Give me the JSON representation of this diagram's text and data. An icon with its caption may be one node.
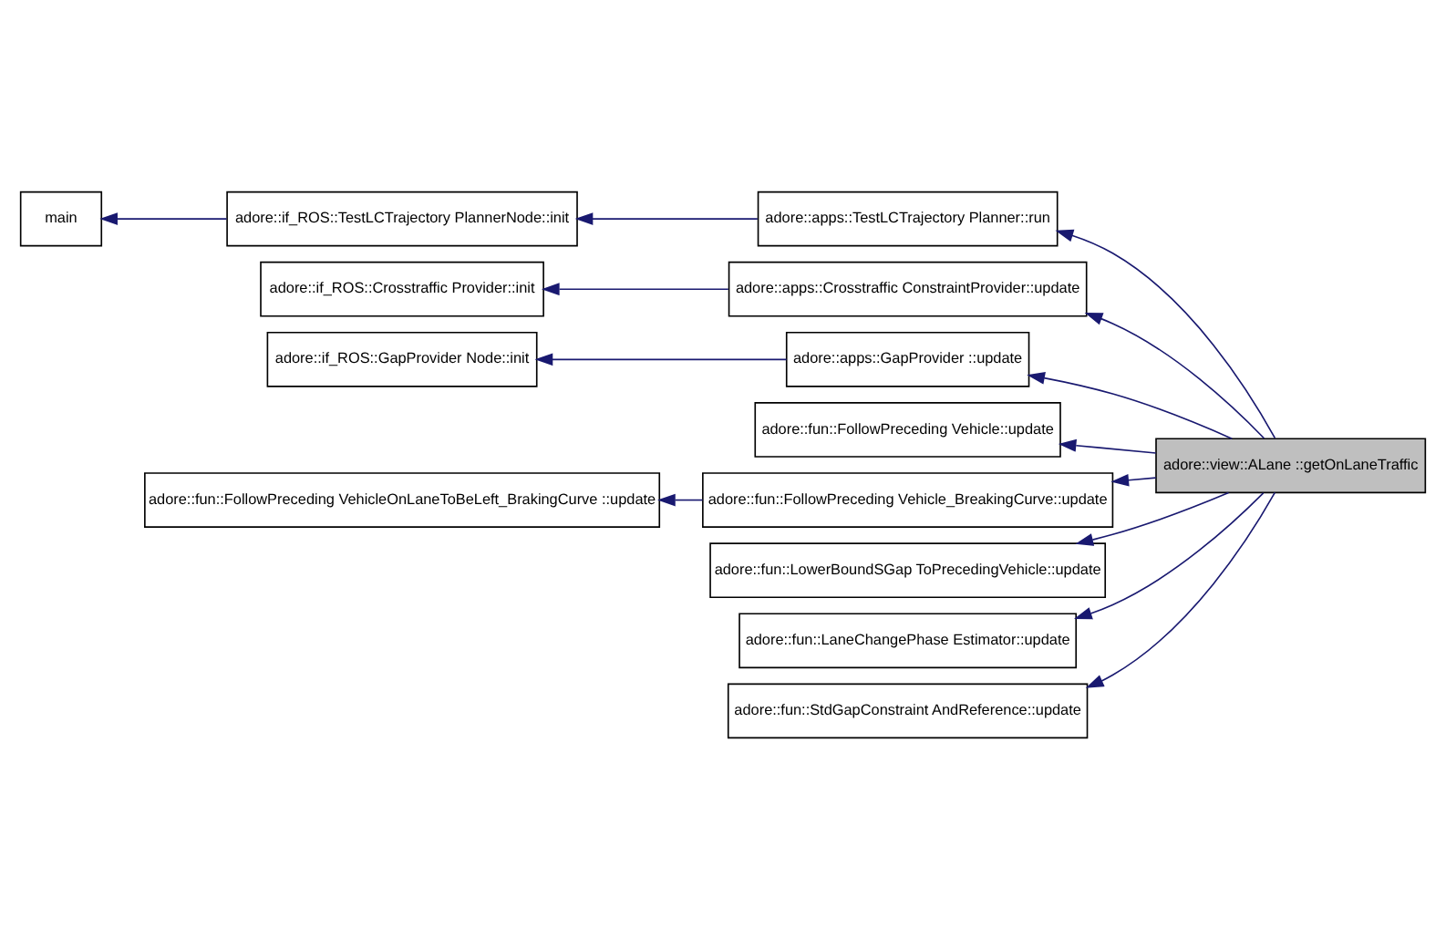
{
  "diagram": {
    "nodes": [
      {
        "text": [
          "main"
        ]
      },
      {
        "text": [
          "adore::if_ROS::TestLCTrajectory PlannerNode::init"
        ]
      },
      {
        "text": [
          "adore::apps::TestLCTrajectory Planner::run"
        ]
      },
      {
        "text": [
          "adore::if_ROS::Crosstraffic Provider::init"
        ]
      },
      {
        "text": [
          "adore::apps::Crosstraffic ConstraintProvider::update"
        ]
      },
      {
        "text": [
          "adore::if_ROS::GapProvider Node::init"
        ]
      },
      {
        "text": [
          "adore::apps::GapProvider ::update"
        ]
      },
      {
        "text": [
          "adore::fun::FollowPreceding Vehicle::update"
        ]
      },
      {
        "text": [
          "adore::fun::FollowPreceding VehicleOnLaneToBeLeft_BrakingCurve ::update"
        ]
      },
      {
        "text": [
          "adore::fun::FollowPreceding Vehicle_BreakingCurve::update"
        ]
      },
      {
        "text": [
          "adore::fun::LowerBoundSGap ToPrecedingVehicle::update"
        ]
      },
      {
        "text": [
          "adore::fun::LaneChangePhase Estimator::update"
        ]
      },
      {
        "text": [
          "adore::fun::StdGapConstraint AndReference::update"
        ]
      },
      {
        "text": [
          "adore::view::ALane ::getOnLaneTraffic"
        ]
      }
    ],
    "edges": [
      {
        "from": 1,
        "to": 0,
        "arrow": "to"
      },
      {
        "from": 2,
        "to": 1,
        "arrow": "to"
      },
      {
        "from": 13,
        "to": 2,
        "arrow": "to"
      },
      {
        "from": 4,
        "to": 3,
        "arrow": "to"
      },
      {
        "from": 13,
        "to": 4,
        "arrow": "to"
      },
      {
        "from": 6,
        "to": 5,
        "arrow": "to"
      },
      {
        "from": 13,
        "to": 6,
        "arrow": "to"
      },
      {
        "from": 13,
        "to": 7,
        "arrow": "to"
      },
      {
        "from": 9,
        "to": 8,
        "arrow": "to"
      },
      {
        "from": 13,
        "to": 9,
        "arrow": "to"
      },
      {
        "from": 13,
        "to": 10,
        "arrow": "to"
      },
      {
        "from": 13,
        "to": 11,
        "arrow": "to"
      },
      {
        "from": 13,
        "to": 12,
        "arrow": "to"
      }
    ]
  }
}
